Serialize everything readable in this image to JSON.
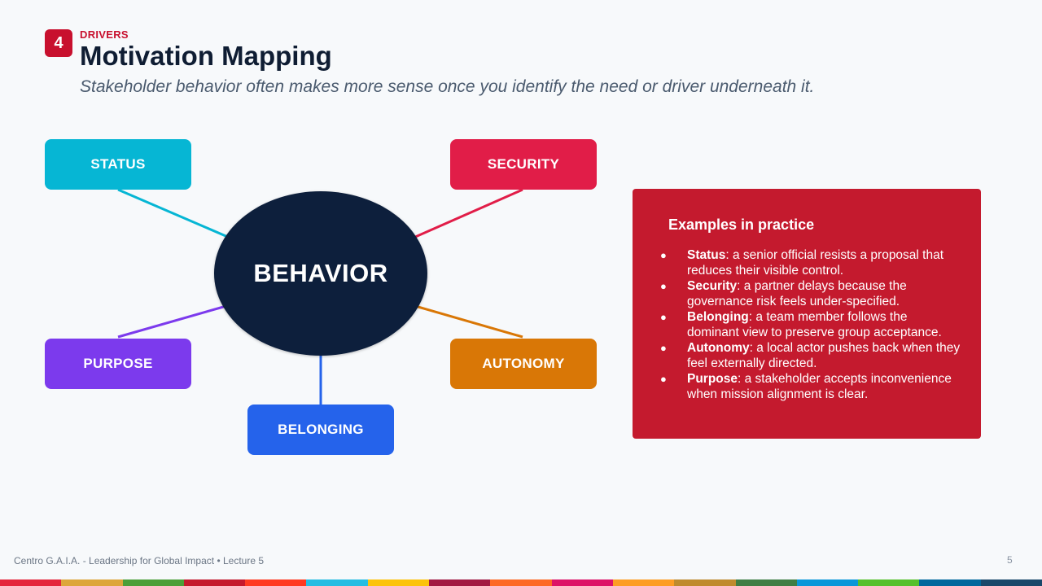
{
  "header": {
    "section_number": "4",
    "section_label": "DRIVERS",
    "title": "Motivation Mapping",
    "subtitle": "Stakeholder behavior often makes more sense once you identify the need or driver underneath it."
  },
  "diagram": {
    "center_label": "BEHAVIOR",
    "drivers": [
      {
        "label": "STATUS",
        "color": "#06b6d4"
      },
      {
        "label": "SECURITY",
        "color": "#e11d48"
      },
      {
        "label": "PURPOSE",
        "color": "#7c3aed"
      },
      {
        "label": "AUTONOMY",
        "color": "#d97706"
      },
      {
        "label": "BELONGING",
        "color": "#2563eb"
      }
    ]
  },
  "examples": {
    "title": "Examples in practice",
    "items": [
      {
        "term": "Status",
        "text": ": a senior official resists a proposal that reduces their visible control."
      },
      {
        "term": "Security",
        "text": ": a partner delays because the governance risk feels under-specified."
      },
      {
        "term": "Belonging",
        "text": ": a team member follows the dominant view to preserve group acceptance."
      },
      {
        "term": "Autonomy",
        "text": ": a local actor pushes back when they feel externally directed."
      },
      {
        "term": "Purpose",
        "text": ": a stakeholder accepts inconvenience when mission alignment is clear."
      }
    ]
  },
  "footer": {
    "text": "Centro G.A.I.A. - Leadership for Global Impact • Lecture 5",
    "page_number": "5"
  },
  "colors": {
    "accent": "#c8102e",
    "center": "#0d1f3c",
    "panel": "#c41a2e",
    "strip": [
      "#e5243b",
      "#dda63a",
      "#4c9f38",
      "#c5192d",
      "#ff3a21",
      "#26bde2",
      "#fcc30b",
      "#a21942",
      "#fd6925",
      "#dd1367",
      "#fd9d24",
      "#bf8b2e",
      "#3f7e44",
      "#0a97d9",
      "#56c02b",
      "#00689d",
      "#19486a"
    ]
  }
}
